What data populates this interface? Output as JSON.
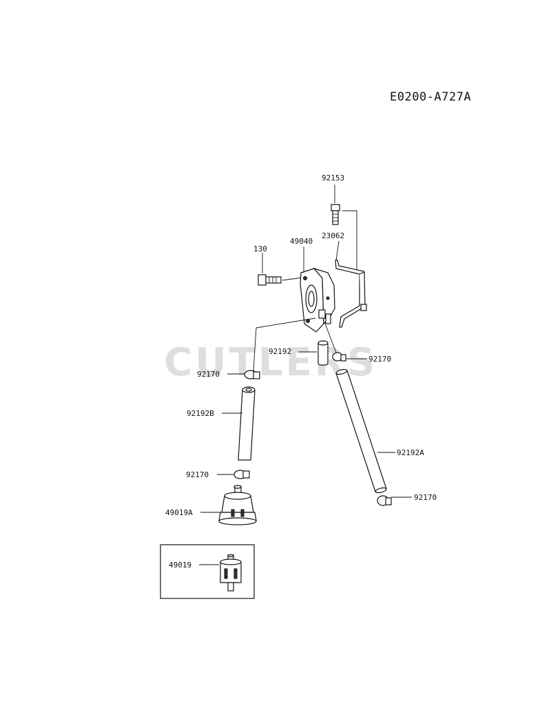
{
  "diagram_code": "E0200-A727A",
  "watermark": "CUTLERS",
  "parts": {
    "p92153": "92153",
    "p130": "130",
    "p49040": "49040",
    "p23062": "23062",
    "p92192": "92192",
    "p92170_right_top": "92170",
    "p92170_left_top": "92170",
    "p92192B": "92192B",
    "p92192A": "92192A",
    "p92170_left_mid": "92170",
    "p92170_right_bottom": "92170",
    "p49019A": "49019A",
    "p49019": "49019"
  }
}
